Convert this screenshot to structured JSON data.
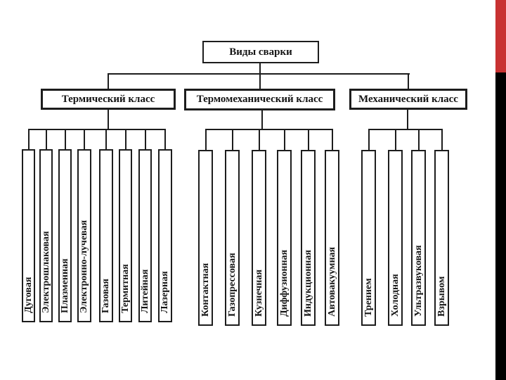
{
  "diagram_title": "Виды сварки",
  "root": {
    "label": "Виды сварки"
  },
  "classes": [
    {
      "label": "Термический класс",
      "children": [
        "Дуговая",
        "Электрошлаковая",
        "Плазменная",
        "Электронно-лучевая",
        "Газовая",
        "Термитная",
        "Литейная",
        "Лазерная"
      ]
    },
    {
      "label": "Термомеханический класс",
      "children": [
        "Контактная",
        "Газопрессовая",
        "Кузнечная",
        "Диффузионная",
        "Индукционная",
        "Автовакуумная"
      ]
    },
    {
      "label": "Механический класс",
      "children": [
        "Трением",
        "Холодная",
        "Ультразвуковая",
        "Взрывом"
      ]
    }
  ],
  "colors": {
    "accent_red": "#c83232",
    "sidebar_black": "#000000",
    "line": "#1d1d1d",
    "background": "#ffffff"
  }
}
